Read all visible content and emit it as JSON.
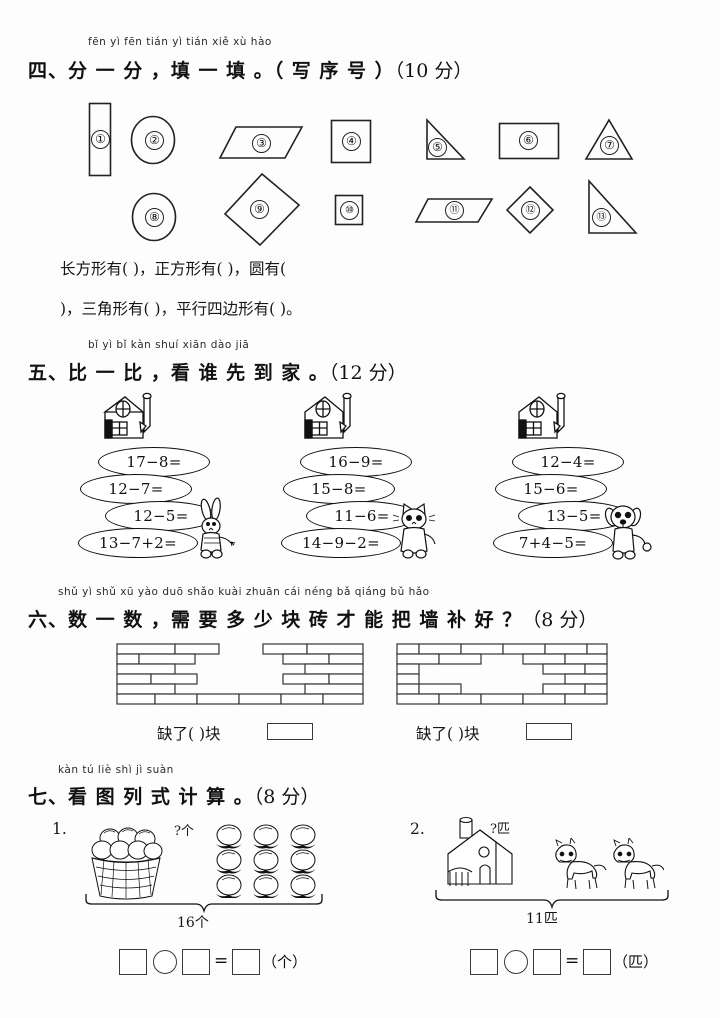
{
  "page": {
    "background": "#fdfdfd",
    "ink": "#111111"
  },
  "sections": [
    {
      "id": "section-4",
      "pinyin": "fēn yì fēn    tián yì tián          xiě xù hào",
      "title": "四、分 一 分 ，填 一 填 。（ 写 序 号 ）",
      "score": "（10 分）",
      "shapes": [
        {
          "n": "①",
          "type": "tall-rectangle"
        },
        {
          "n": "②",
          "type": "circle"
        },
        {
          "n": "③",
          "type": "parallelogram"
        },
        {
          "n": "④",
          "type": "square"
        },
        {
          "n": "⑤",
          "type": "right-triangle"
        },
        {
          "n": "⑥",
          "type": "rectangle"
        },
        {
          "n": "⑦",
          "type": "isosceles-triangle"
        },
        {
          "n": "⑧",
          "type": "circle"
        },
        {
          "n": "⑨",
          "type": "rotated-square"
        },
        {
          "n": "⑩",
          "type": "small-square"
        },
        {
          "n": "⑪",
          "type": "flat-parallelogram"
        },
        {
          "n": "⑫",
          "type": "diamond"
        },
        {
          "n": "⑬",
          "type": "right-triangle"
        }
      ],
      "blanks_line1": "长方形有(                )，正方形有(                )，圆有(",
      "blanks_line2": "  )，三角形有(                )，平行四边形有(                )。"
    },
    {
      "id": "section-5",
      "pinyin": "bǐ  yì  bǐ    kàn shuí xiān dào jiā",
      "title": "五、比 一 比 ，看 谁 先 到 家 。",
      "score": "（12 分）",
      "columns": [
        {
          "animal": "rabbit-icon",
          "equations": [
            "17−8=",
            "12−7=",
            "12−5=",
            "13−7+2="
          ]
        },
        {
          "animal": "cat-icon",
          "equations": [
            "16−9=",
            "15−8=",
            "11−6=",
            "14−9−2="
          ]
        },
        {
          "animal": "dog-icon",
          "equations": [
            "12−4=",
            "15−6=",
            "13−5=",
            "7+4−5="
          ]
        }
      ]
    },
    {
      "id": "section-6",
      "pinyin": "shǔ yì shǔ    xū yào duō shǎo kuài zhuān cái néng bǎ qiáng bǔ hǎo",
      "title": "六、数 一 数 ，需 要 多 少 块 砖 才 能 把 墙 补 好 ？",
      "score": "（8 分）",
      "walls": [
        {
          "label": "缺了(        )块"
        },
        {
          "label": "缺了(        )块"
        }
      ]
    },
    {
      "id": "section-7",
      "pinyin": "kàn tú  liè shì  jì  suàn",
      "title": "七、看 图 列 式 计 算 。",
      "score": "（8 分）",
      "problems": [
        {
          "index": "1.",
          "picture_left": "basket-of-peaches",
          "picture_right": "nine-peaches",
          "unknown_label": "?个",
          "total_label": "16个",
          "answer_unit": "（个）",
          "equals": "="
        },
        {
          "index": "2.",
          "picture_left": "stable-house",
          "picture_right": "two-horses",
          "unknown_label": "?匹",
          "total_label": "11匹",
          "answer_unit": "（匹）",
          "equals": "="
        }
      ]
    }
  ]
}
